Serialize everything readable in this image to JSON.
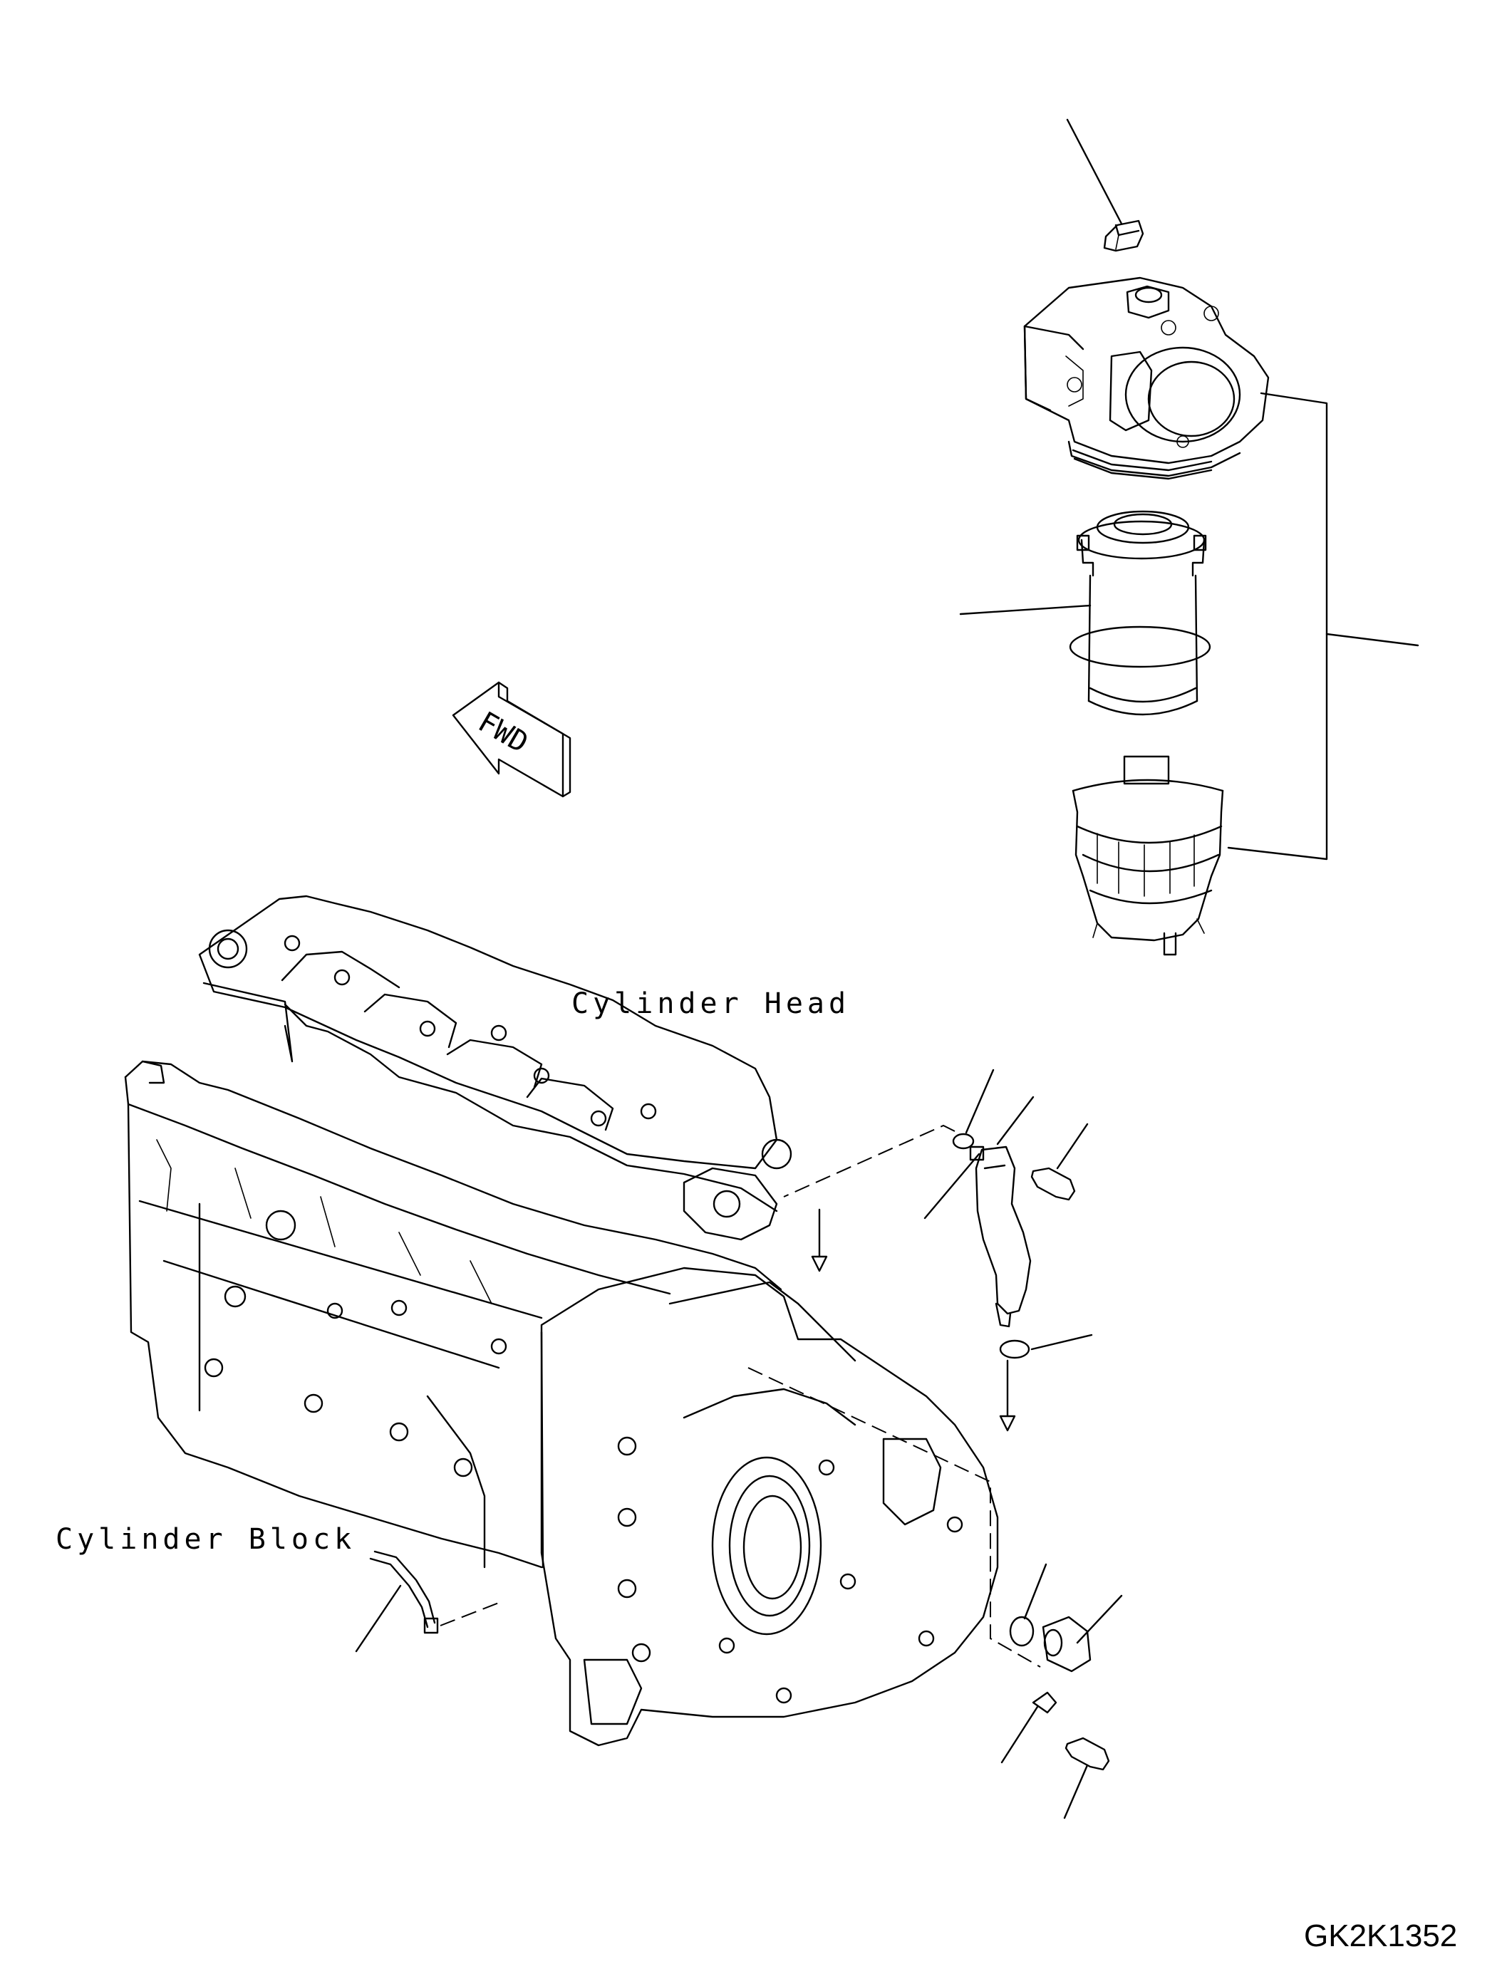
{
  "labels": {
    "cylinder_head": "Cylinder Head",
    "cylinder_block": "Cylinder Block",
    "fwd": "FWD"
  },
  "drawing_code": "GK2K1352"
}
